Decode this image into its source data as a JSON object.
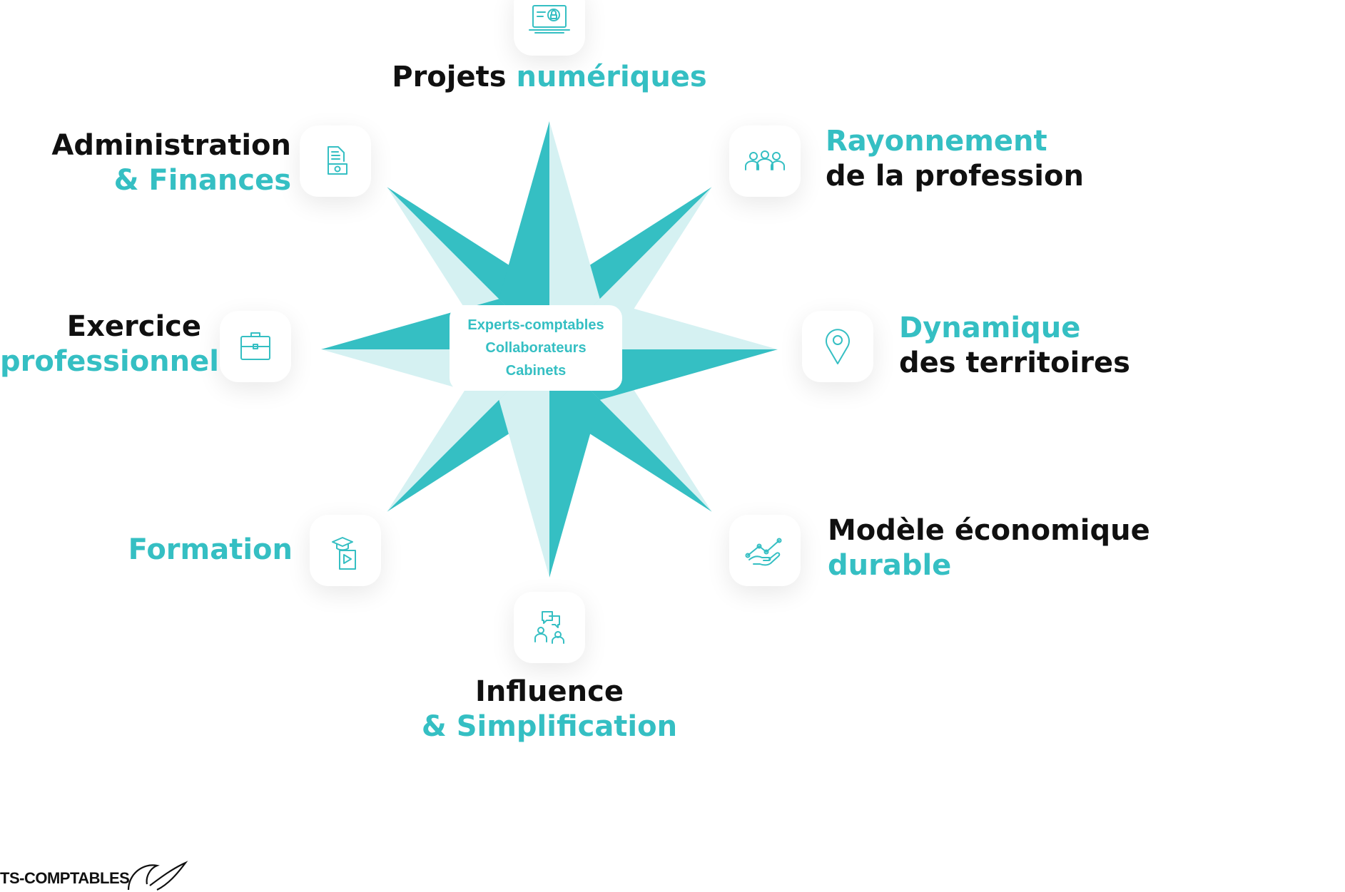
{
  "colors": {
    "teal": "#35bfc3",
    "light_teal": "#d5f1f2",
    "dark": "#101010"
  },
  "center": {
    "lines": [
      "Experts-comptables",
      "Collaborateurs",
      "Cabinets"
    ]
  },
  "items": [
    {
      "id": "projets",
      "icon": "laptop-lock-icon",
      "line1": "Projets",
      "line2": "numériques"
    },
    {
      "id": "rayonnement",
      "icon": "people-group-icon",
      "line1": "Rayonnement",
      "line2": "de la profession"
    },
    {
      "id": "dynamique",
      "icon": "location-pin-icon",
      "line1": "Dynamique",
      "line2": "des territoires"
    },
    {
      "id": "modele",
      "icon": "hand-growth-chart-icon",
      "line1": "Modèle économique",
      "line2": "durable"
    },
    {
      "id": "influence",
      "icon": "discussion-people-icon",
      "line1": "Influence",
      "line2": "& Simplification"
    },
    {
      "id": "formation",
      "icon": "graduation-video-icon",
      "line1": "Formation"
    },
    {
      "id": "exercice",
      "icon": "briefcase-icon",
      "line1": "Exercice",
      "line2": "professionnel"
    },
    {
      "id": "administration",
      "icon": "document-money-icon",
      "line1": "Administration",
      "line2": "& Finances"
    }
  ],
  "logo": {
    "text": "TS-COMPTABLES"
  }
}
